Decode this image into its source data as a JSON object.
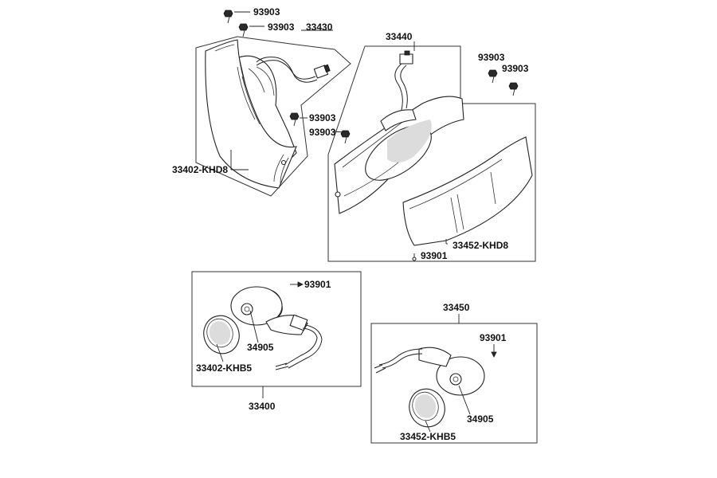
{
  "figure": {
    "labels": {
      "screw_upper_left_a": "93903",
      "screw_upper_left_b": "93903",
      "assy_rear_left": "33430",
      "screw_mid_left_a": "93903",
      "screw_mid_left_b": "93903",
      "lens_rear_left": "33402-KHD8",
      "assy_rear_right": "33440",
      "screw_right_a": "93903",
      "screw_right_b": "93903",
      "lens_rear_right": "33452-KHD8",
      "bulb_screw_right": "93901",
      "screw_front_left": "93901",
      "bulb_front_left": "34905",
      "lens_front_left": "33402-KHB5",
      "assy_front_left": "33400",
      "assy_front_right": "33450",
      "screw_front_right": "93901",
      "bulb_front_right": "34905",
      "lens_front_right": "33452-KHB5"
    }
  }
}
